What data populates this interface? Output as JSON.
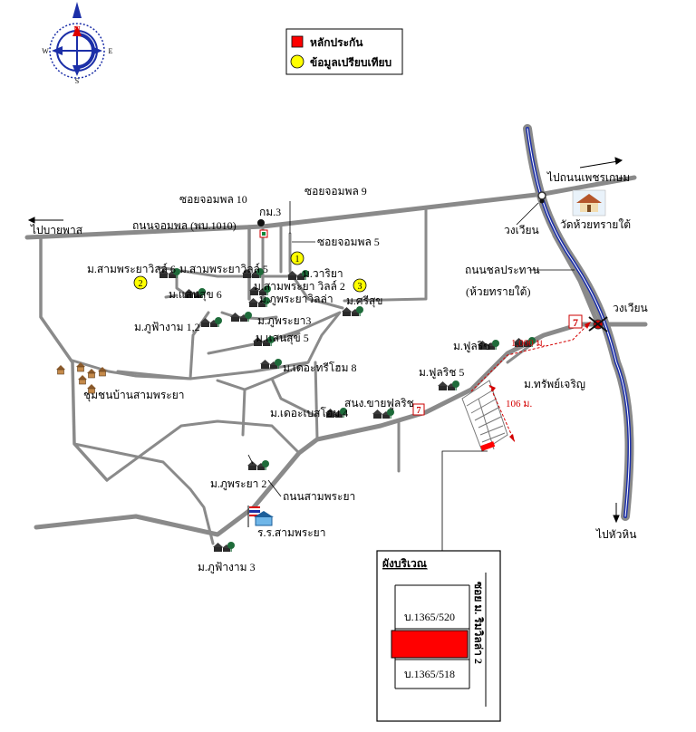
{
  "legend": {
    "collateral_label": "หลักประกัน",
    "collateral_color": "#ff0000",
    "comparison_label": "ข้อมูลเปรียบเทียบ",
    "comparison_color": "#ffff00"
  },
  "compass": {
    "n": "N",
    "s": "S",
    "e": "E",
    "w": "W"
  },
  "roads": {
    "main_road": "ถนนจอมพล (พบ.1010)",
    "to_bang_phasi": "ไปบายพาส",
    "to_phetkasem": "ไปถนนเพชรเกษม",
    "to_hua_hin": "ไปหัวหิน",
    "soi_10": "ซอยจอมพล 10",
    "soi_9": "ซอยจอมพล  9",
    "soi_5": "ซอยจอมพล 5",
    "km3": "กม.3",
    "chonprathan": "ถนนชลประทาน",
    "huay_sai_tai_paren": "(ห้วยทรายใต้)",
    "sam_phraya_road": "ถนนสามพระยา",
    "roundabout_1": "วงเวียน",
    "roundabout_2": "วงเวียน"
  },
  "places": {
    "temple": "วัดห้วยทรายใต้",
    "community": "ชุมชนบ้านสามพระยา",
    "school": "ร.ร.สามพระยา"
  },
  "villages": {
    "v_samphraya6": "ม.สามพระยาวิลล์ 6",
    "v_samphraya5": "ม.สามพระยาวิลล์ 5",
    "v_wariya": "ม.วาริยา",
    "v_saensuk6": "ม.แสนสุข 6",
    "v_samphraya2": "ม.สามพระยา วิลล์ 2",
    "v_phuphraya_ville": "ม.ภูพระยาวิลล่า",
    "v_srisuk": "ม.ศรีสุข",
    "v_phufah12": "ม.ภูฟ้างาม 1,2",
    "v_phuphraya3": "ม.ภูพระยา3",
    "v_saensuk5": "ม.แสนสุข 5",
    "v_tree8": "ม.เดอะทรีโฮม 8",
    "v_base4": "ม.เดอะเบสโฮม 4",
    "v_fullrich": "ม.ฟูลริช",
    "v_fullrich5": "ม.ฟูลริช 5",
    "v_sap_charoen": "ม.ทรัพย์เจริญ",
    "v_sales_office": "สนง.ขายฟูลริช",
    "v_phuphraya2": "ม.ภูพระยา 2",
    "v_phufah3": "ม.ภูฟ้างาม 3"
  },
  "markers": {
    "m1": "1",
    "m2": "2",
    "m3": "3"
  },
  "distances": {
    "d1000": "1,000 ม.",
    "d106": "106 ม."
  },
  "inset": {
    "title": "ผังบริเวณ",
    "lot_upper": "บ.1365/520",
    "lot_lower": "บ.1365/518",
    "soi_label": "ซอย ม. ริมวิลล่า 2"
  }
}
